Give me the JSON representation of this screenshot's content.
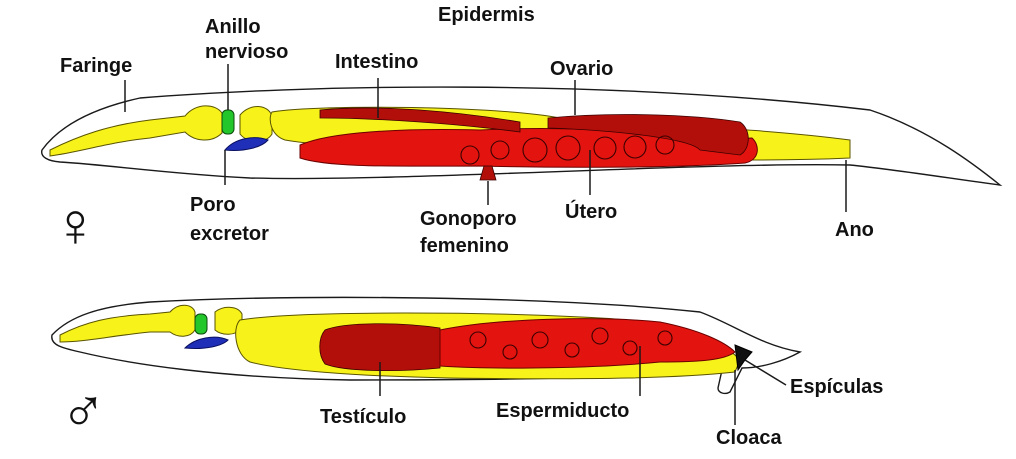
{
  "labels": {
    "female": {
      "epidermis": "Epidermis",
      "faringe": "Faringe",
      "anillo_line1": "Anillo",
      "anillo_line2": "nervioso",
      "intestino": "Intestino",
      "ovario": "Ovario",
      "poro_line1": "Poro",
      "poro_line2": "excretor",
      "gonoporo_line1": "Gonoporo",
      "gonoporo_line2": "femenino",
      "utero": "Útero",
      "ano": "Ano"
    },
    "male": {
      "testiculo": "Testículo",
      "espermiducto": "Espermiducto",
      "espiculas": "Espículas",
      "cloaca": "Cloaca"
    }
  },
  "symbols": {
    "female": "♀",
    "male": "♂"
  },
  "colors": {
    "pharynx_intestine": "#f7f21a",
    "reproductive": "#e3140f",
    "excretory_pore": "#1f2fb8",
    "nerve_ring": "#24c72b"
  }
}
